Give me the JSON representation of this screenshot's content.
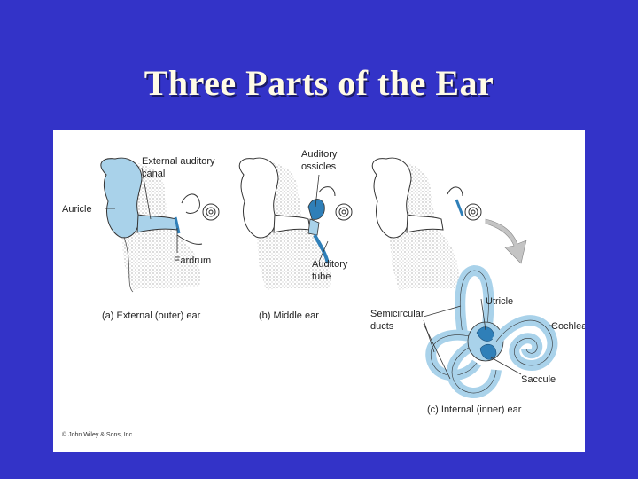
{
  "slide": {
    "title": "Three Parts of the Ear"
  },
  "figure": {
    "labels": {
      "external_auditory_canal_1": "External auditory",
      "external_auditory_canal_2": "canal",
      "auricle": "Auricle",
      "eardrum": "Eardrum",
      "auditory_ossicles_1": "Auditory",
      "auditory_ossicles_2": "ossicles",
      "auditory_tube_1": "Auditory",
      "auditory_tube_2": "tube",
      "utricle": "Utricle",
      "semicircular_ducts_1": "Semicircular",
      "semicircular_ducts_2": "ducts",
      "cochlea": "Cochlea",
      "saccule": "Saccule"
    },
    "captions": {
      "a": "(a) External (outer) ear",
      "b": "(b) Middle ear",
      "c": "(c) Internal (inner) ear"
    },
    "copyright": "© John Wiley & Sons, Inc.",
    "colors": {
      "highlight": "#a9d2ea",
      "highlight_dark": "#2f7fb8",
      "outline": "#333333"
    }
  }
}
